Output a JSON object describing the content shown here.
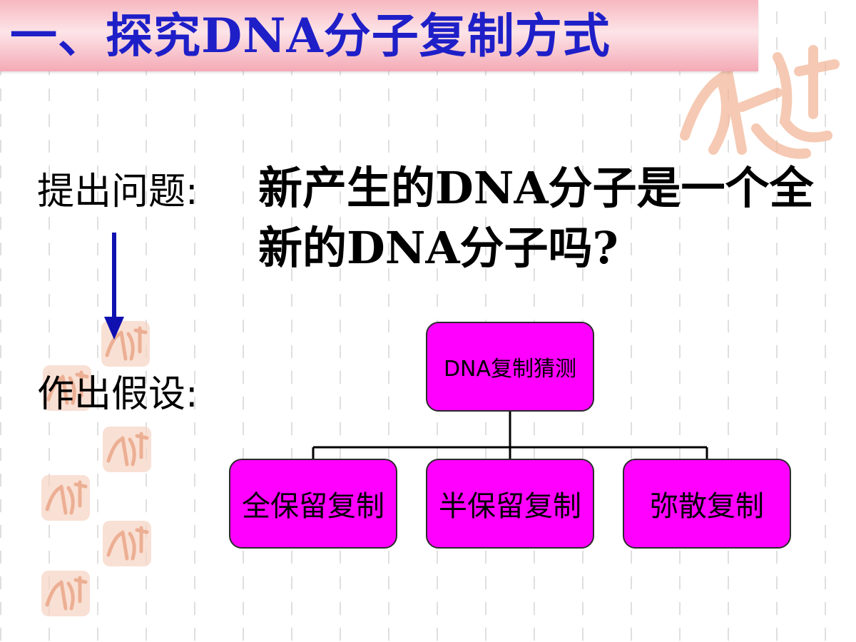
{
  "slide": {
    "title": "一、探究DNA分子复制方式",
    "question_label": "提出问题:",
    "question_text": "新产生的DNA分子是一个全新的DNA分子吗?",
    "hypothesis_label": "作出假设:"
  },
  "diagram": {
    "root": "DNA复制猜测",
    "children": [
      "全保留复制",
      "半保留复制",
      "弥散复制"
    ]
  },
  "colors": {
    "title": "#1f1fc8",
    "node_fill": "#ff00ff",
    "arrow": "#1010b0",
    "seal": "#f2b79a"
  },
  "icons": {
    "seal": "seal-stamp-icon",
    "arrow": "arrow-down-icon"
  }
}
